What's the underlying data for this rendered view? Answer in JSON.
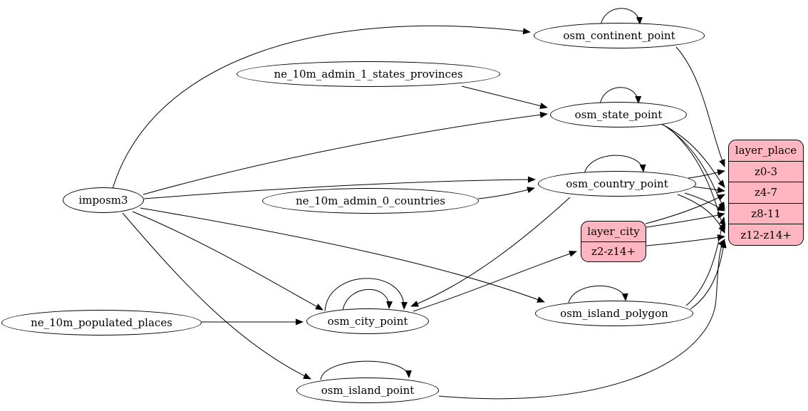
{
  "diagram": {
    "kind": "etl-dependency-graph",
    "colors": {
      "background": "#ffffff",
      "node_fill": "#ffffff",
      "record_fill": "#ffb6c1",
      "stroke": "#000000"
    },
    "nodes": {
      "imposm3": {
        "label": "imposm3"
      },
      "ne_10m_admin_1_states_provinces": {
        "label": "ne_10m_admin_1_states_provinces"
      },
      "ne_10m_admin_0_countries": {
        "label": "ne_10m_admin_0_countries"
      },
      "ne_10m_populated_places": {
        "label": "ne_10m_populated_places"
      },
      "osm_continent_point": {
        "label": "osm_continent_point"
      },
      "osm_state_point": {
        "label": "osm_state_point"
      },
      "osm_country_point": {
        "label": "osm_country_point"
      },
      "osm_city_point": {
        "label": "osm_city_point"
      },
      "osm_island_polygon": {
        "label": "osm_island_polygon"
      },
      "osm_island_point": {
        "label": "osm_island_point"
      },
      "layer_city": {
        "title": "layer_city",
        "rows": [
          "z2-z14+"
        ]
      },
      "layer_place": {
        "title": "layer_place",
        "rows": [
          "z0-3",
          "z4-7",
          "z8-11",
          "z12-z14+"
        ]
      }
    },
    "edges": [
      {
        "from": "imposm3",
        "to": "osm_continent_point"
      },
      {
        "from": "imposm3",
        "to": "osm_state_point"
      },
      {
        "from": "imposm3",
        "to": "osm_country_point"
      },
      {
        "from": "imposm3",
        "to": "osm_city_point"
      },
      {
        "from": "imposm3",
        "to": "osm_island_polygon"
      },
      {
        "from": "imposm3",
        "to": "osm_island_point"
      },
      {
        "from": "ne_10m_admin_1_states_provinces",
        "to": "osm_state_point"
      },
      {
        "from": "ne_10m_admin_0_countries",
        "to": "osm_country_point"
      },
      {
        "from": "ne_10m_populated_places",
        "to": "osm_city_point"
      },
      {
        "from": "osm_country_point",
        "to": "osm_city_point"
      },
      {
        "from": "osm_city_point",
        "to": "layer_city:z2-z14+"
      },
      {
        "from": "osm_continent_point",
        "to": "layer_place:z0-3"
      },
      {
        "from": "osm_state_point",
        "to": "layer_place:z4-7"
      },
      {
        "from": "osm_state_point",
        "to": "layer_place:z8-11"
      },
      {
        "from": "osm_state_point",
        "to": "layer_place:z12-z14+"
      },
      {
        "from": "osm_country_point",
        "to": "layer_place:z0-3"
      },
      {
        "from": "osm_country_point",
        "to": "layer_place:z4-7"
      },
      {
        "from": "osm_country_point",
        "to": "layer_place:z8-11"
      },
      {
        "from": "osm_country_point",
        "to": "layer_place:z12-z14+"
      },
      {
        "from": "layer_city",
        "to": "layer_place:z4-7"
      },
      {
        "from": "layer_city",
        "to": "layer_place:z8-11"
      },
      {
        "from": "layer_city",
        "to": "layer_place:z12-z14+"
      },
      {
        "from": "osm_island_polygon",
        "to": "layer_place:z8-11"
      },
      {
        "from": "osm_island_polygon",
        "to": "layer_place:z12-z14+"
      },
      {
        "from": "osm_island_point",
        "to": "layer_place:z12-z14+"
      },
      {
        "from": "osm_continent_point",
        "to": "osm_continent_point"
      },
      {
        "from": "osm_state_point",
        "to": "osm_state_point"
      },
      {
        "from": "osm_country_point",
        "to": "osm_country_point"
      },
      {
        "from": "osm_city_point",
        "to": "osm_city_point"
      },
      {
        "from": "osm_city_point",
        "to": "osm_city_point"
      },
      {
        "from": "osm_island_polygon",
        "to": "osm_island_polygon"
      },
      {
        "from": "osm_island_point",
        "to": "osm_island_point"
      }
    ]
  }
}
